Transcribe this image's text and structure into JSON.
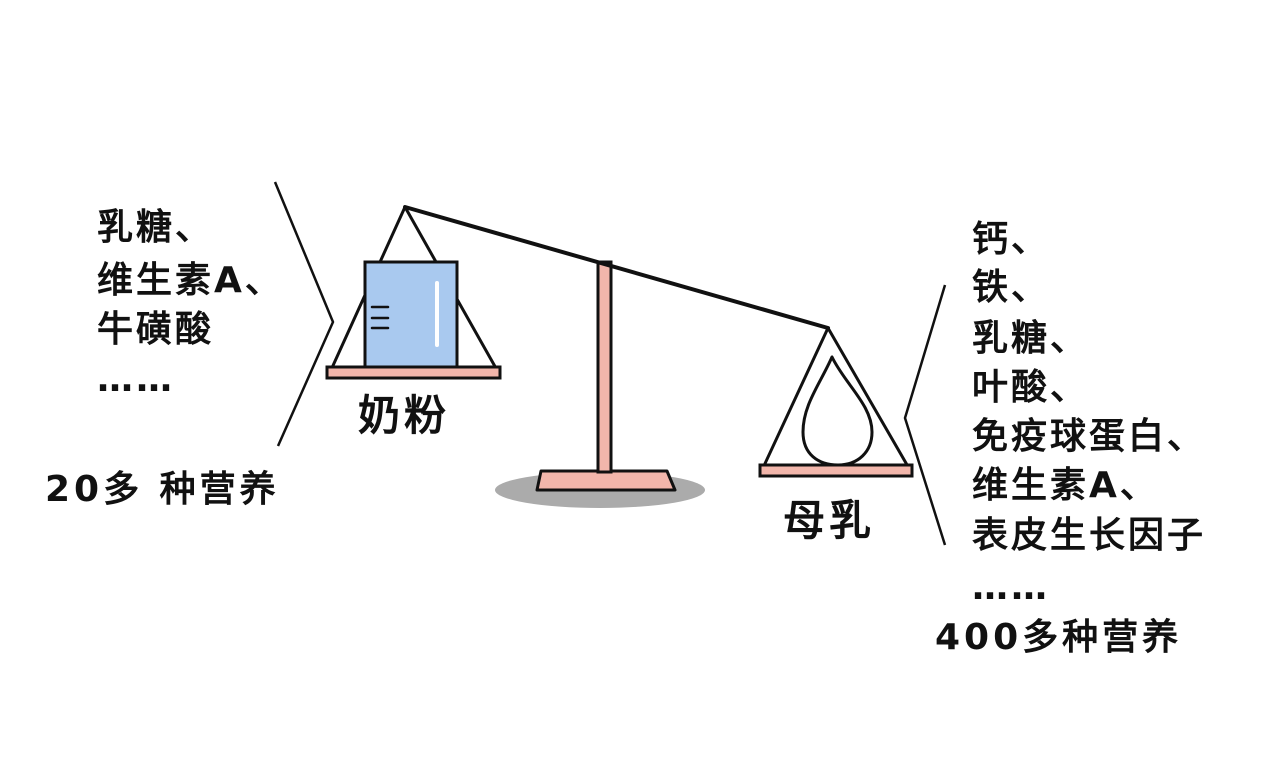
{
  "left": {
    "items": [
      "乳糖、",
      "维生素A、",
      "牛磺酸",
      "……"
    ],
    "summary": "20多 种营养"
  },
  "scale": {
    "left_label": "奶粉",
    "right_label": "母乳"
  },
  "right": {
    "items": [
      "钙、",
      "铁、",
      "乳糖、",
      "叶酸、",
      "免疫球蛋白、",
      "维生素A、",
      "表皮生长因子",
      "……"
    ],
    "summary": "400多种营养"
  },
  "colors": {
    "pan": "#f2b6ab",
    "can": "#a9c9ef",
    "shadow": "#ababab",
    "ink": "#111111"
  }
}
